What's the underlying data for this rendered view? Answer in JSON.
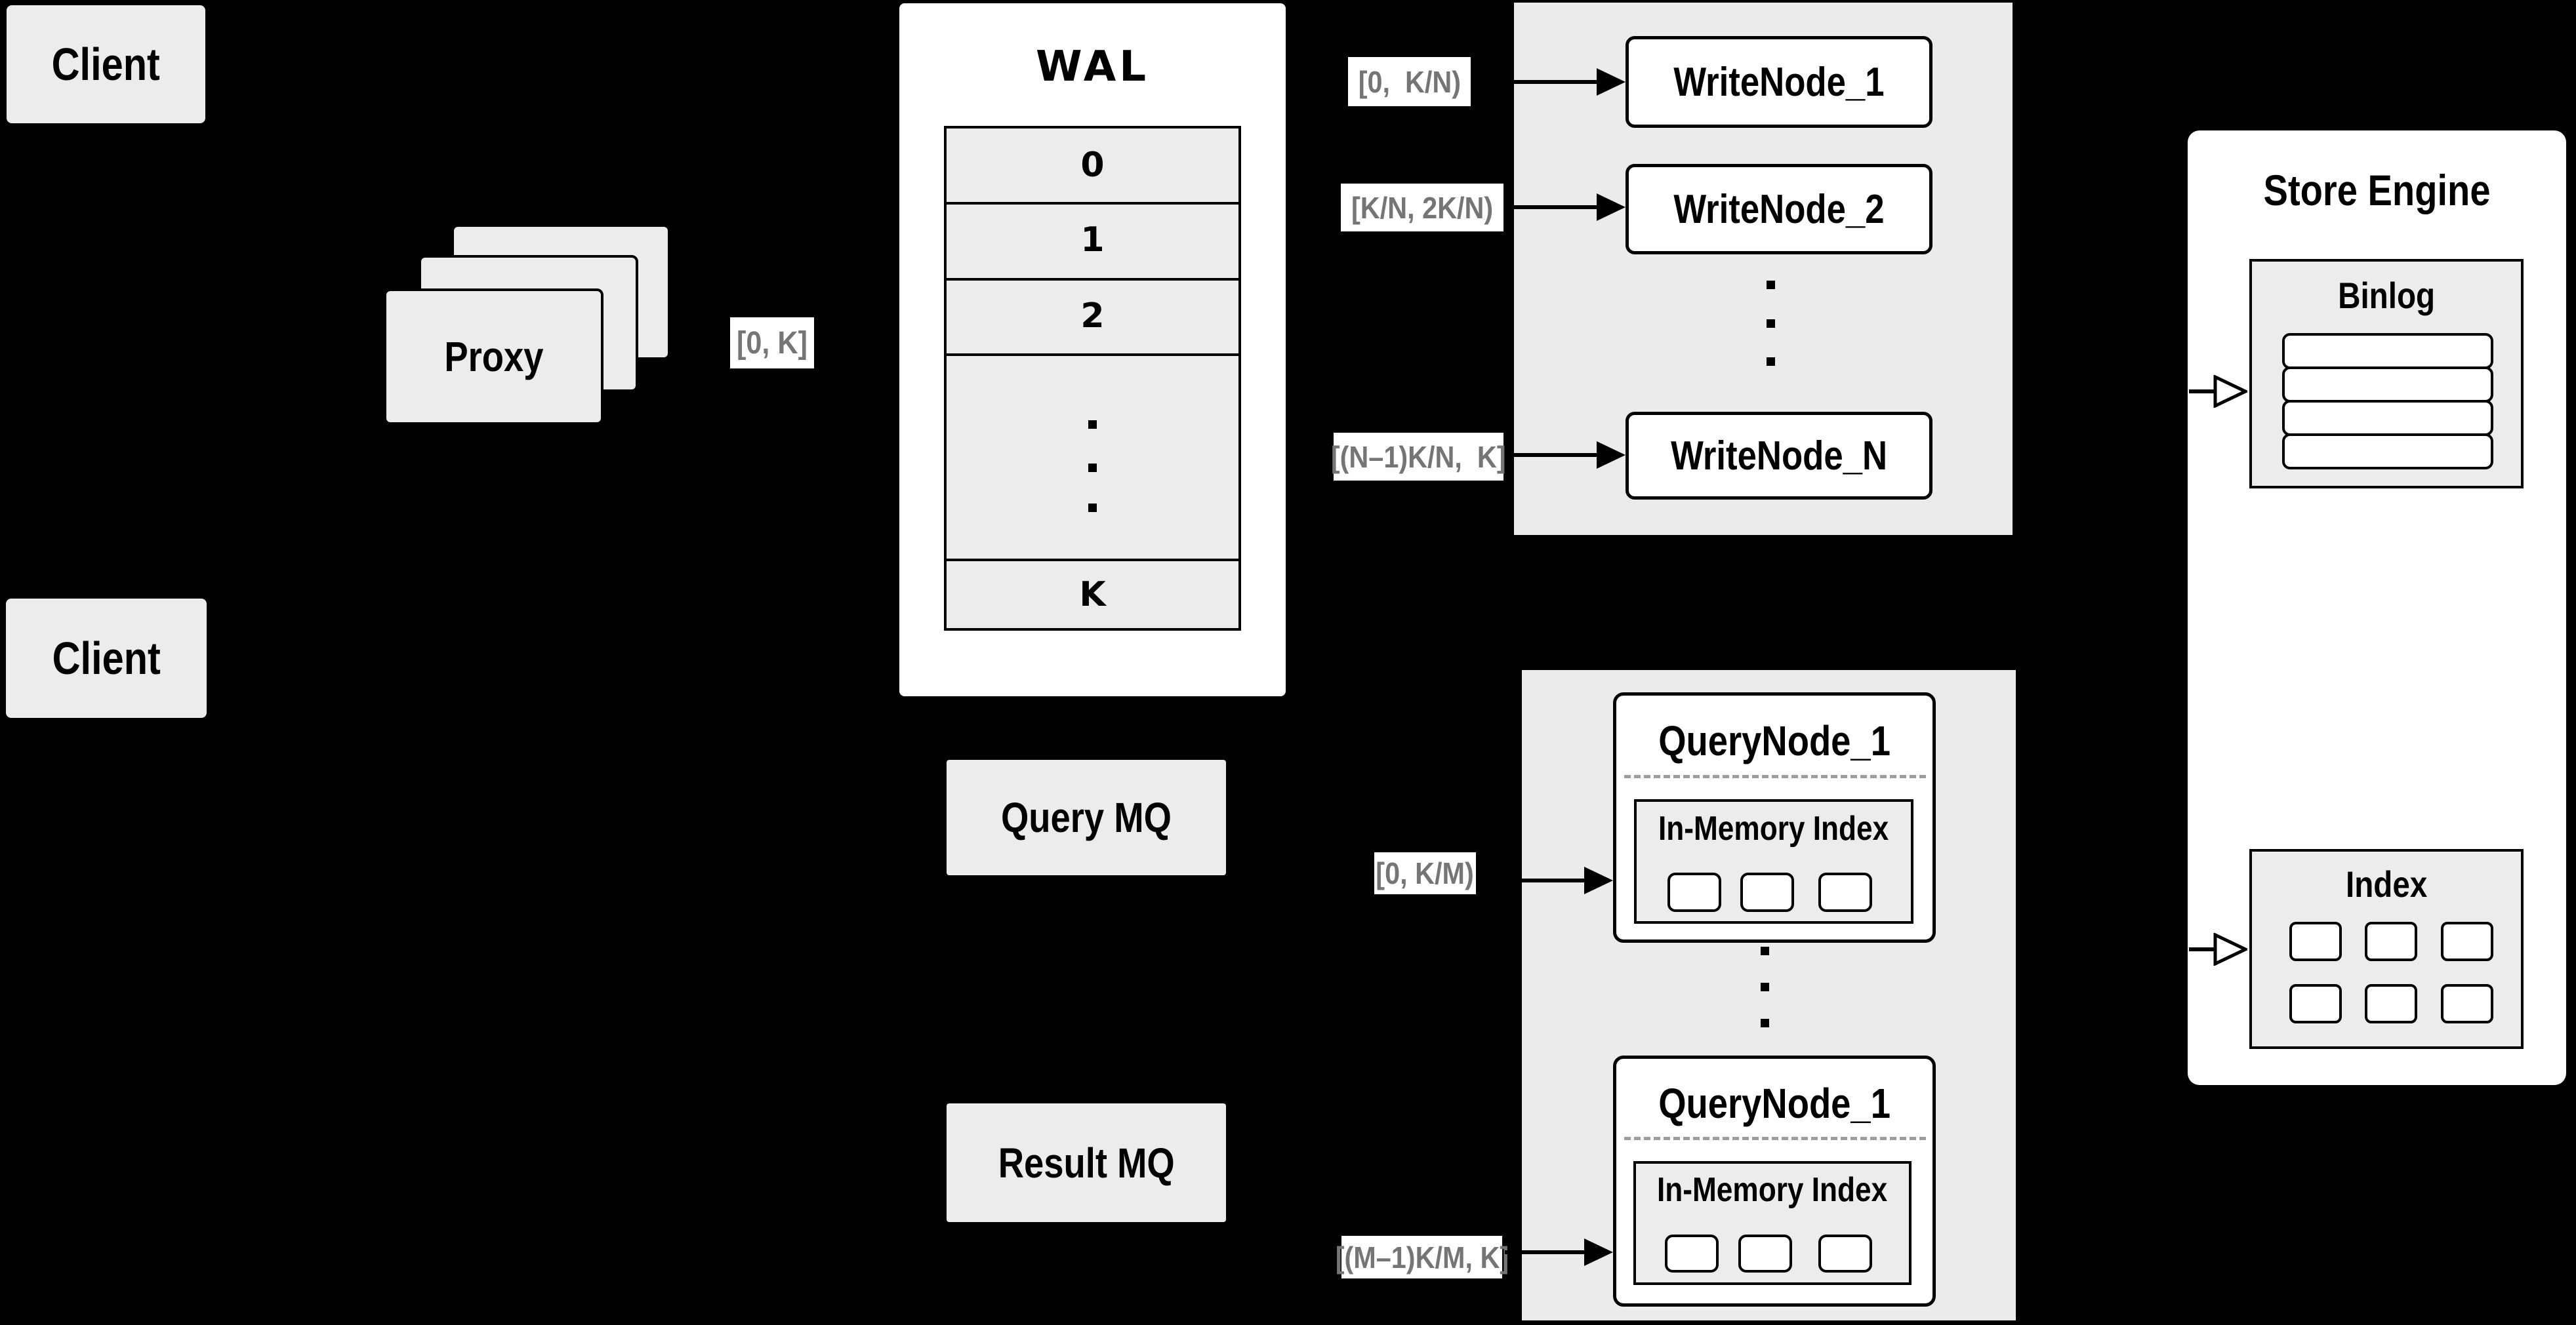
{
  "colors": {
    "background": "#000000",
    "panel_gray": "#ececec",
    "container_gray": "#ebebeb",
    "box_white": "#ffffff",
    "line_black": "#000000",
    "label_text_gray": "#757575",
    "dash_gray": "#9e9e9e"
  },
  "client_top": {
    "label": "Client"
  },
  "client_bottom": {
    "label": "Client"
  },
  "proxy": {
    "label": "Proxy"
  },
  "flow_labels": {
    "proxy_to_wal": "[0, K]",
    "wal_to_write_1": "[0,  K/N)",
    "wal_to_write_2": "[K/N, 2K/N)",
    "wal_to_write_n": "[(N–1)K/N,  K]",
    "query_mq_to_node_1": "[0, K/M)",
    "query_mq_to_node_m": "[(M–1)K/M, K]"
  },
  "wal": {
    "title": "WAL",
    "rows": [
      "0",
      "1",
      "2"
    ],
    "last_row": "K"
  },
  "write_nodes": {
    "node_1": "WriteNode_1",
    "node_2": "WriteNode_2",
    "node_n": "WriteNode_N"
  },
  "query_nodes": {
    "node_1": {
      "title": "QueryNode_1",
      "inner_title": "In-Memory Index"
    },
    "node_2": {
      "title": "QueryNode_1",
      "inner_title": "In-Memory Index"
    }
  },
  "message_queues": {
    "query": "Query MQ",
    "result": "Result MQ"
  },
  "store_engine": {
    "title": "Store Engine",
    "binlog": "Binlog",
    "index": "Index"
  }
}
